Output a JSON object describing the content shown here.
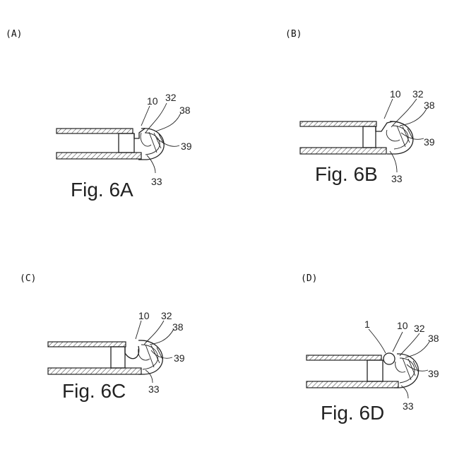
{
  "panels": [
    {
      "id": "A",
      "label": "(A)",
      "caption": "Fig. 6A",
      "refs": {
        "r10": "10",
        "r32": "32",
        "r38": "38",
        "r39": "39",
        "r33": "33"
      }
    },
    {
      "id": "B",
      "label": "(B)",
      "caption": "Fig. 6B",
      "refs": {
        "r10": "10",
        "r32": "32",
        "r38": "38",
        "r39": "39",
        "r33": "33"
      }
    },
    {
      "id": "C",
      "label": "(C)",
      "caption": "Fig. 6C",
      "refs": {
        "r10": "10",
        "r32": "32",
        "r38": "38",
        "r39": "39",
        "r33": "33"
      }
    },
    {
      "id": "D",
      "label": "(D)",
      "caption": "Fig. 6D",
      "refs": {
        "r1": "1",
        "r10": "10",
        "r32": "32",
        "r38": "38",
        "r39": "39",
        "r33": "33"
      }
    }
  ]
}
